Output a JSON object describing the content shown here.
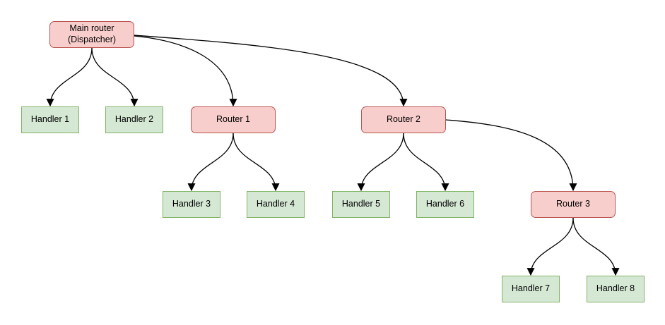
{
  "diagram": {
    "background": "#ffffff",
    "edge_color": "#000000",
    "node_styles": {
      "router": {
        "fill": "#f8cecc",
        "border": "#b85450"
      },
      "handler": {
        "fill": "#d5e8d4",
        "border": "#82b366"
      }
    },
    "nodes": [
      {
        "id": "main-router",
        "type": "router",
        "label": "Main router (Dispatcher)",
        "line1": "Main router",
        "line2": "(Dispatcher)"
      },
      {
        "id": "handler-1",
        "type": "handler",
        "label": "Handler 1"
      },
      {
        "id": "handler-2",
        "type": "handler",
        "label": "Handler 2"
      },
      {
        "id": "router-1",
        "type": "router",
        "label": "Router 1"
      },
      {
        "id": "router-2",
        "type": "router",
        "label": "Router 2"
      },
      {
        "id": "handler-3",
        "type": "handler",
        "label": "Handler 3"
      },
      {
        "id": "handler-4",
        "type": "handler",
        "label": "Handler 4"
      },
      {
        "id": "handler-5",
        "type": "handler",
        "label": "Handler 5"
      },
      {
        "id": "handler-6",
        "type": "handler",
        "label": "Handler 6"
      },
      {
        "id": "router-3",
        "type": "router",
        "label": "Router 3"
      },
      {
        "id": "handler-7",
        "type": "handler",
        "label": "Handler 7"
      },
      {
        "id": "handler-8",
        "type": "handler",
        "label": "Handler 8"
      }
    ],
    "edges": [
      {
        "from": "main-router",
        "to": "handler-1"
      },
      {
        "from": "main-router",
        "to": "handler-2"
      },
      {
        "from": "main-router",
        "to": "router-1"
      },
      {
        "from": "main-router",
        "to": "router-2"
      },
      {
        "from": "router-1",
        "to": "handler-3"
      },
      {
        "from": "router-1",
        "to": "handler-4"
      },
      {
        "from": "router-2",
        "to": "handler-5"
      },
      {
        "from": "router-2",
        "to": "handler-6"
      },
      {
        "from": "router-2",
        "to": "router-3"
      },
      {
        "from": "router-3",
        "to": "handler-7"
      },
      {
        "from": "router-3",
        "to": "handler-8"
      }
    ]
  }
}
